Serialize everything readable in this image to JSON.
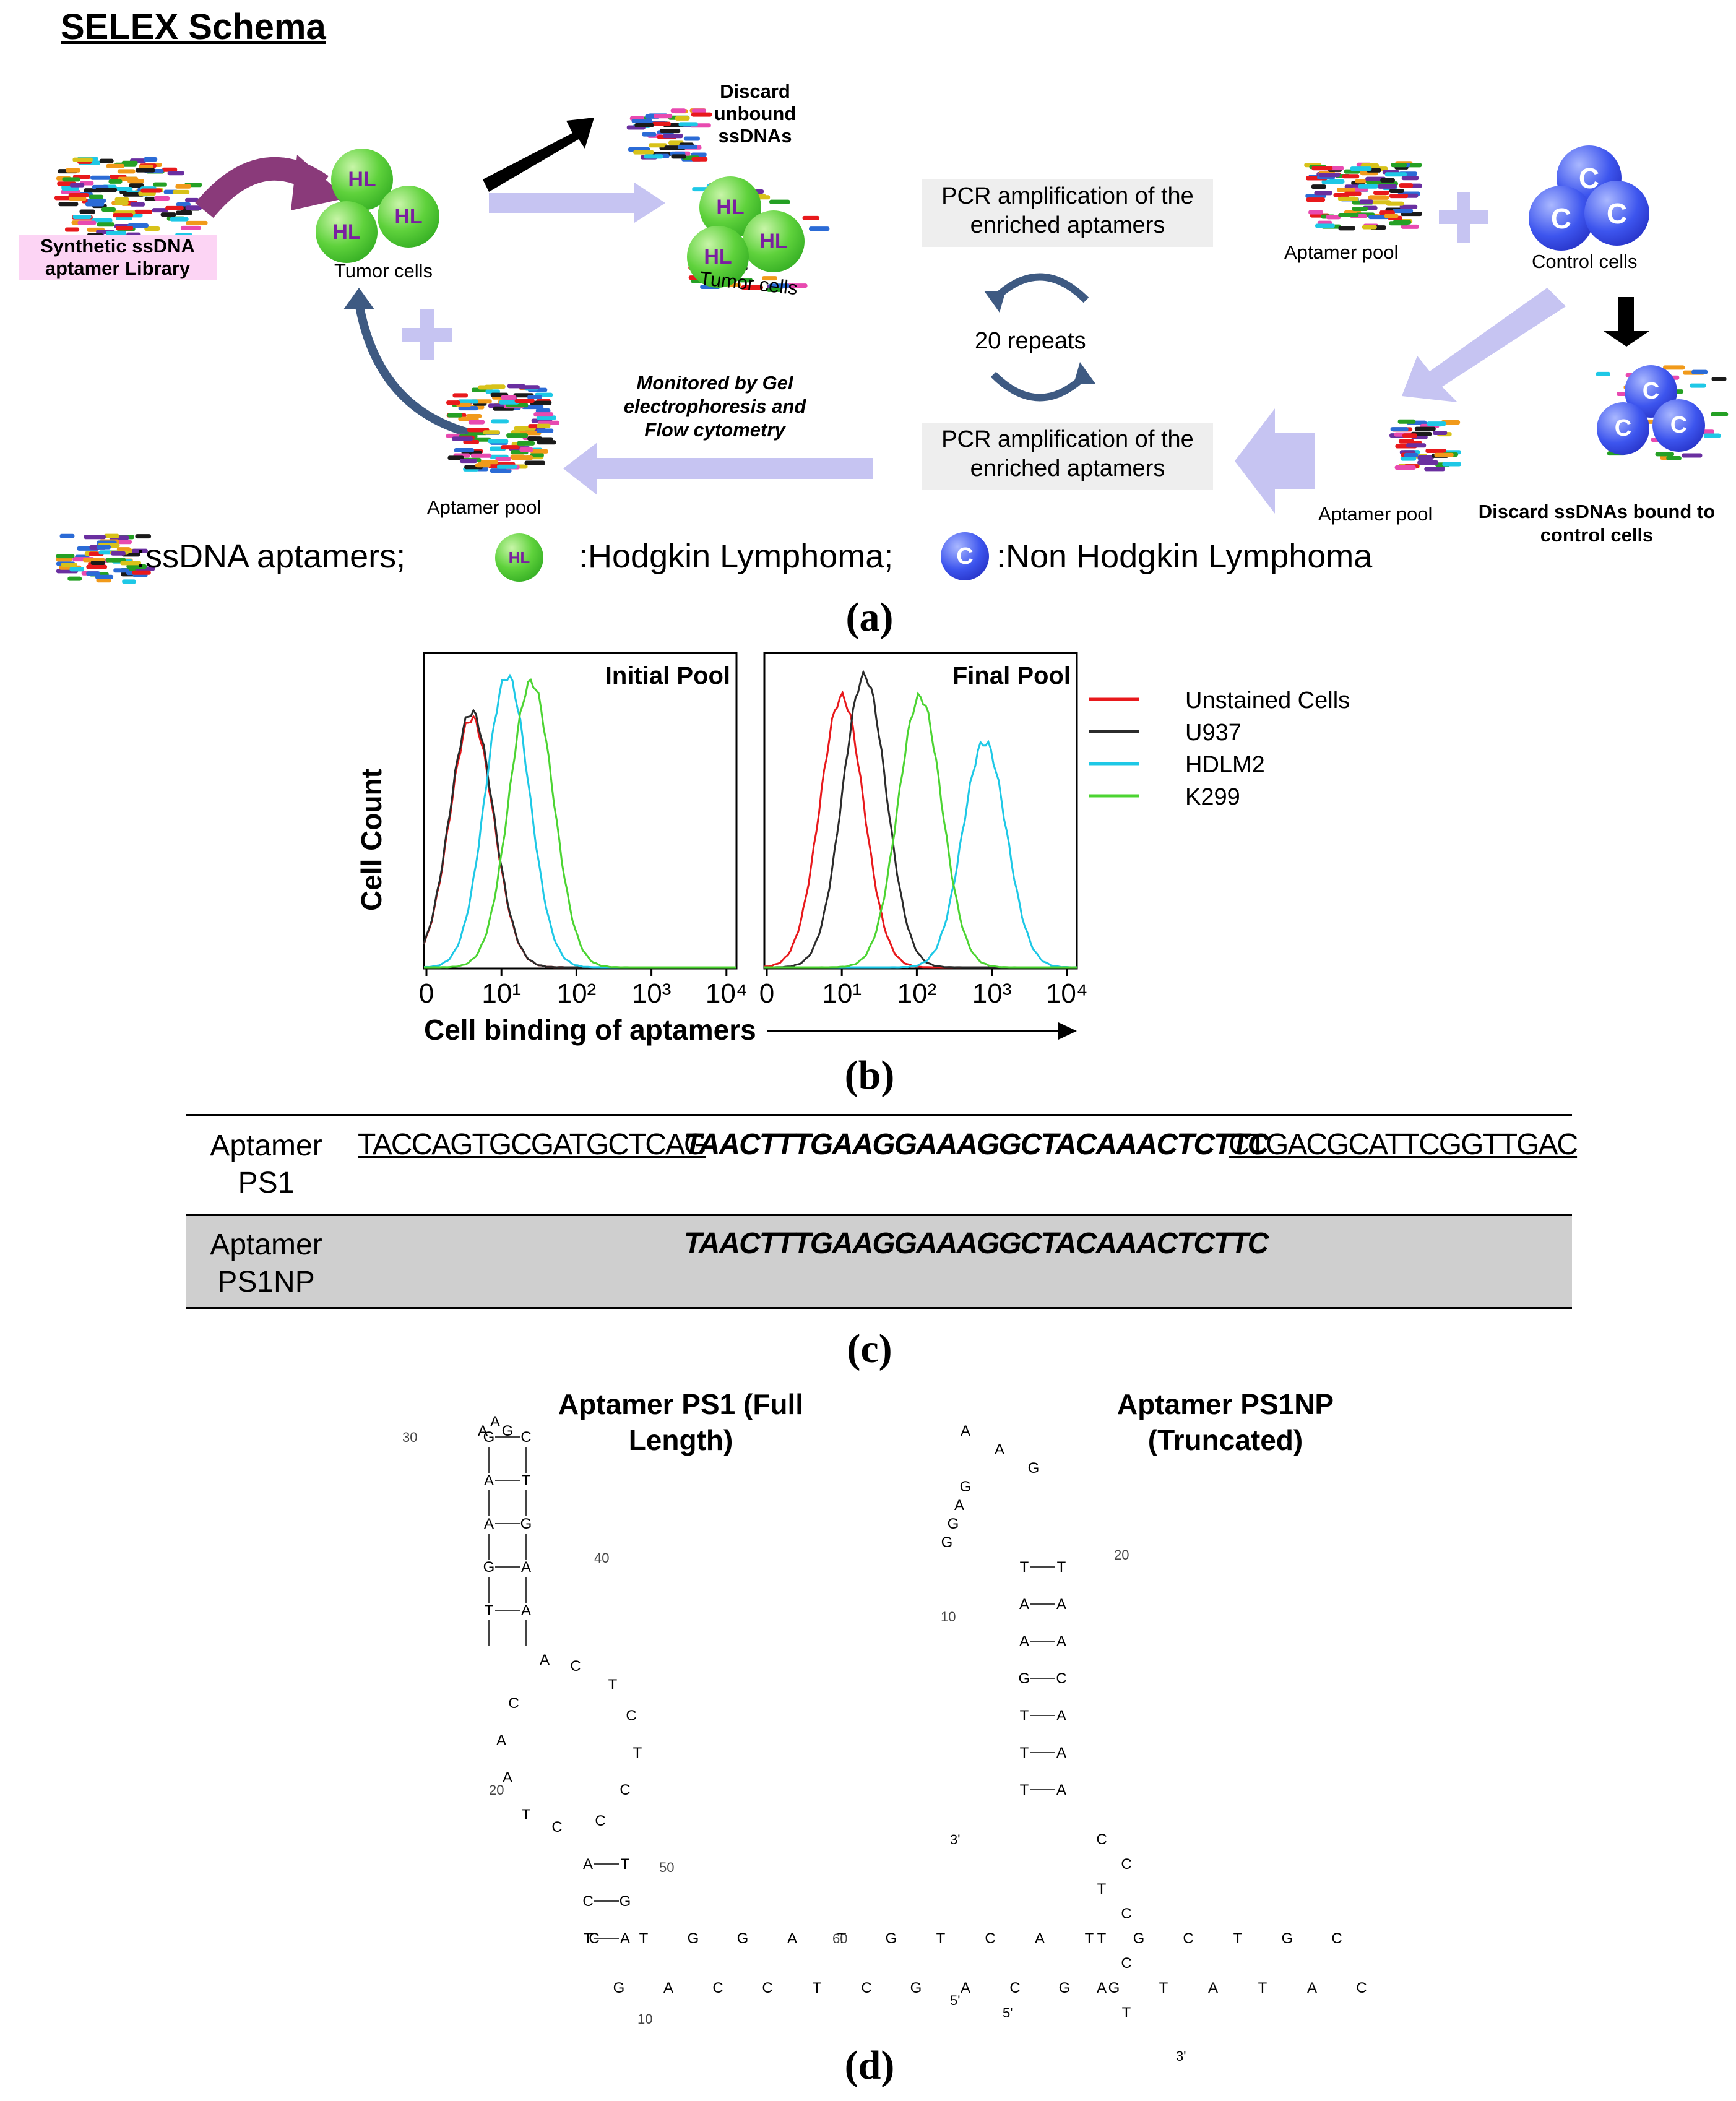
{
  "panel_a": {
    "title": "SELEX Schema",
    "library_label": "Synthetic ssDNA aptamer Library",
    "tumor_cells": "Tumor cells",
    "tumor_cells_2": "Tumor cells",
    "hl": "HL",
    "discard_unbound": "Discard unbound ssDNAs",
    "pcr_top": "PCR amplification of the enriched aptamers",
    "pcr_bottom": "PCR amplification of the enriched aptamers",
    "repeats": "20 repeats",
    "monitored": "Monitored by Gel electrophoresis and Flow cytometry",
    "aptamer_pool_left": "Aptamer pool",
    "aptamer_pool_right_top": "Aptamer pool",
    "aptamer_pool_right_bottom": "Aptamer pool",
    "control_cells": "Control cells",
    "c": "C",
    "discard_bound": "Discard ssDNAs bound to control cells",
    "legend_ssdna": ":ssDNA aptamers;",
    "legend_hl": ":Hodgkin Lymphoma;",
    "legend_c": ":Non Hodgkin Lymphoma",
    "label": "(a)"
  },
  "panel_b": {
    "ylabel": "Cell Count",
    "xlabel": "Cell binding of aptamers",
    "label": "(b)",
    "colors": {
      "unstained": "#e8191c",
      "u937": "#2b2b2b",
      "hdlm2": "#1ec8e6",
      "k299": "#4cd432"
    }
  },
  "chart_data": [
    {
      "type": "line",
      "title": "Initial Pool",
      "xscale": "log",
      "xticks": [
        "0",
        "10¹",
        "10²",
        "10³",
        "10⁴"
      ],
      "series": [
        {
          "name": "Unstained Cells",
          "peak_x": 4,
          "peak_y": 0.83
        },
        {
          "name": "U937",
          "peak_x": 4,
          "peak_y": 0.85
        },
        {
          "name": "HDLM2",
          "peak_x": 12,
          "peak_y": 0.97
        },
        {
          "name": "K299",
          "peak_x": 25,
          "peak_y": 0.95
        }
      ]
    },
    {
      "type": "line",
      "title": "Final Pool",
      "xscale": "log",
      "xticks": [
        "0",
        "10¹",
        "10²",
        "10³",
        "10⁴"
      ],
      "series": [
        {
          "name": "Unstained Cells",
          "peak_x": 10,
          "peak_y": 0.9
        },
        {
          "name": "U937",
          "peak_x": 20,
          "peak_y": 0.97
        },
        {
          "name": "HDLM2",
          "peak_x": 800,
          "peak_y": 0.75
        },
        {
          "name": "K299",
          "peak_x": 110,
          "peak_y": 0.9
        }
      ]
    }
  ],
  "legend": [
    "Unstained Cells",
    "U937",
    "HDLM2",
    "K299"
  ],
  "panel_c": {
    "row1_name": "Aptamer PS1",
    "row1_seq_left": "TACCAGTGCGATGCTCAG",
    "row1_seq_mid": "TAACTTTGAAGGAAAGGCTACAAACTCTTC",
    "row1_seq_right": "CTGACGCATTCGGTTGAC",
    "row2_name": "Aptamer PS1NP",
    "row2_seq": "TAACTTTGAAGGAAAGGCTACAAACTCTTC",
    "label": "(c)"
  },
  "panel_d": {
    "left_title": "Aptamer PS1 (Full Length)",
    "right_title": "Aptamer PS1NP (Truncated)",
    "label": "(d)",
    "left_numbers": [
      "30",
      "40",
      "20",
      "50",
      "60",
      "10"
    ],
    "right_numbers": [
      "20",
      "10"
    ],
    "ends": [
      "3'",
      "5'",
      "5'",
      "3'"
    ]
  }
}
